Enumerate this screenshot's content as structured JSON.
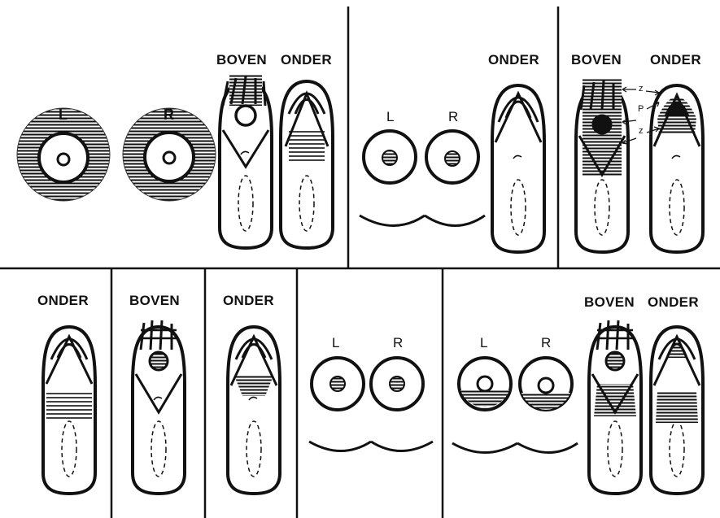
{
  "panel_top_1": {
    "eye_left": "L",
    "eye_right": "R",
    "boven": "BOVEN",
    "onder": "ONDER"
  },
  "panel_top_2": {
    "left": "L",
    "right": "R",
    "onder": "ONDER"
  },
  "panel_top_3": {
    "boven": "BOVEN",
    "onder": "ONDER",
    "z_top": "z",
    "p": "P",
    "z_bottom": "z"
  },
  "panel_bottom_1": {
    "onder": "ONDER"
  },
  "panel_bottom_2": {
    "boven": "BOVEN"
  },
  "panel_bottom_3": {
    "onder": "ONDER"
  },
  "panel_bottom_4": {
    "left": "L",
    "right": "R"
  },
  "panel_bottom_5": {
    "left": "L",
    "right": "R",
    "boven": "BOVEN",
    "onder": "ONDER"
  }
}
